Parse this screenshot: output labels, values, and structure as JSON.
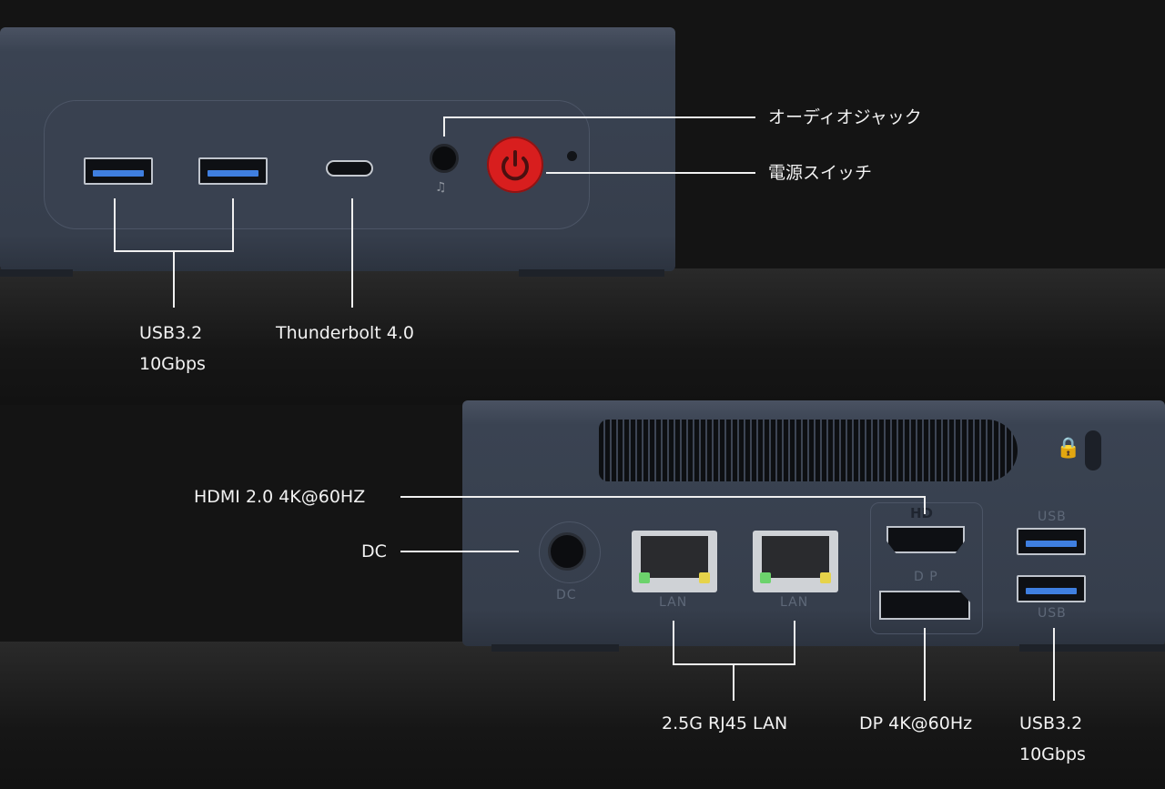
{
  "labels": {
    "audio_jack": "オーディオジャック",
    "power_switch": "電源スイッチ",
    "front_usb_line1": "USB3.2",
    "front_usb_line2": "10Gbps",
    "thunderbolt": "Thunderbolt 4.0",
    "hdmi": "HDMI 2.0 4K@60HZ",
    "dc": "DC",
    "lan": "2.5G RJ45 LAN",
    "dp": "DP 4K@60Hz",
    "rear_usb_line1": "USB3.2",
    "rear_usb_line2": "10Gbps"
  },
  "port_markings": {
    "dc": "DC",
    "lan1": "LAN",
    "lan2": "LAN",
    "hd": "HD",
    "dp": "D P",
    "usb_top": "USB",
    "usb_bottom": "USB"
  },
  "colors": {
    "power_button": "#d81e1e",
    "usb_blue": "#3f7fe0",
    "device_body": "#3a4352"
  }
}
